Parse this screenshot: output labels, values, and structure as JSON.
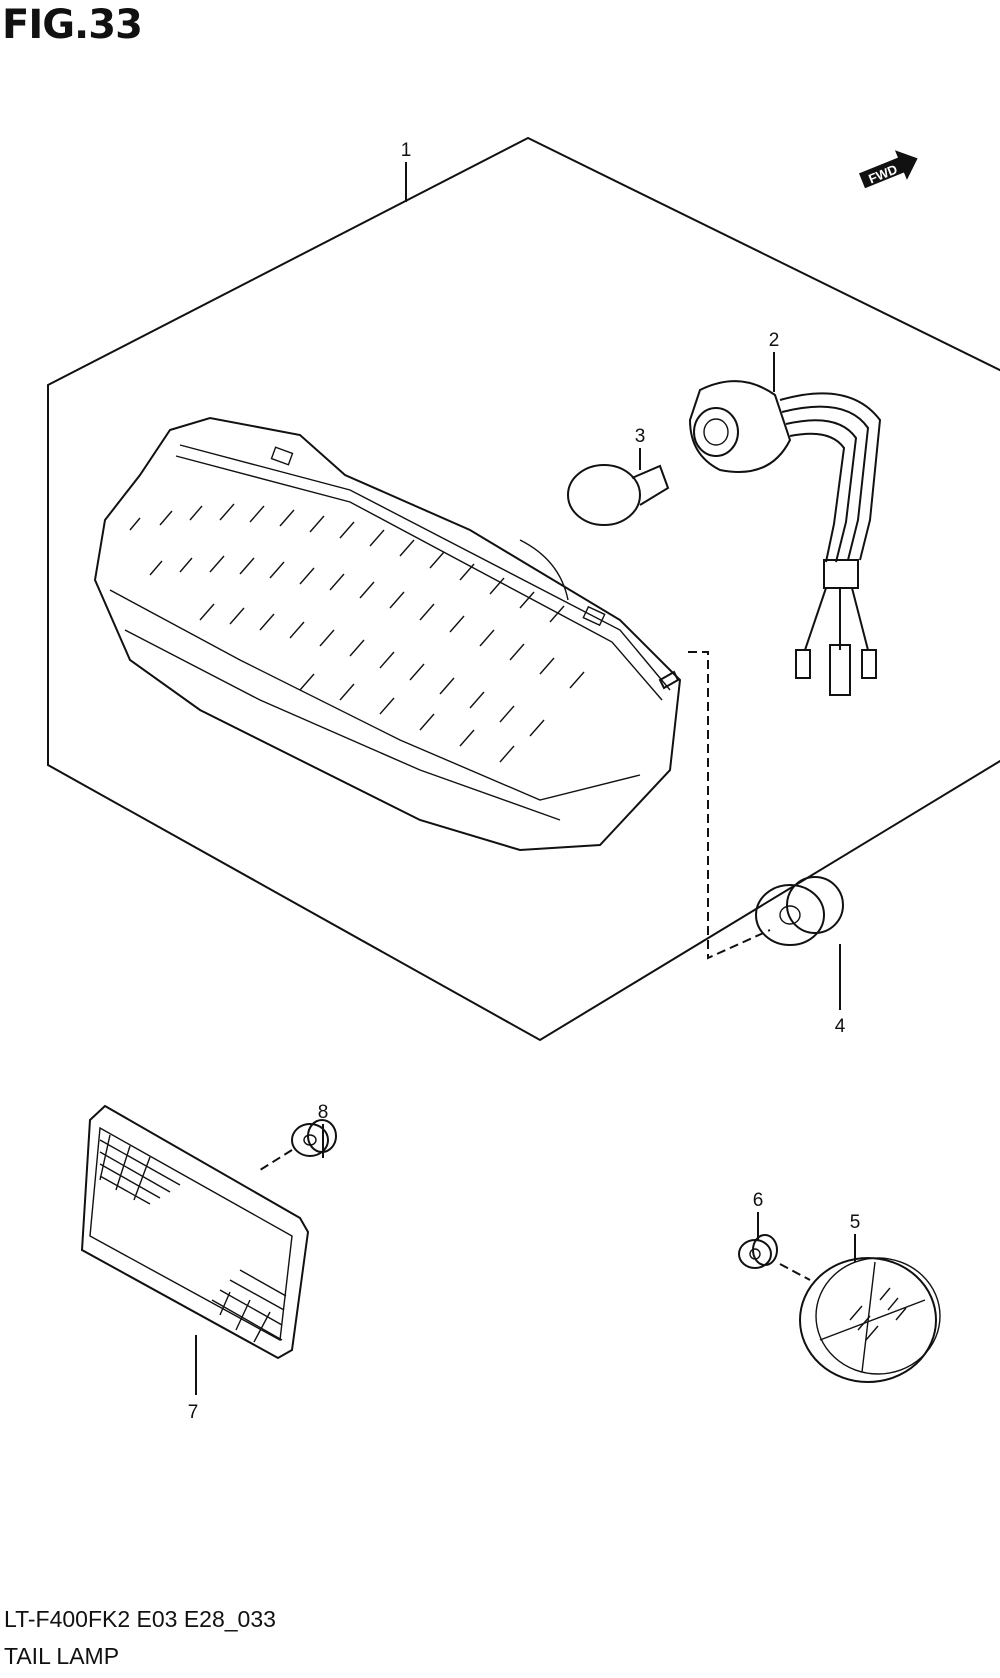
{
  "figure": {
    "title": "FIG.33",
    "fwd_label": "FWD",
    "model_code": "LT-F400FK2 E03 E28_033",
    "assembly_name": "TAIL LAMP"
  },
  "callouts": [
    {
      "ref": "1"
    },
    {
      "ref": "2"
    },
    {
      "ref": "3"
    },
    {
      "ref": "4"
    },
    {
      "ref": "5"
    },
    {
      "ref": "6"
    },
    {
      "ref": "7"
    },
    {
      "ref": "8"
    }
  ]
}
